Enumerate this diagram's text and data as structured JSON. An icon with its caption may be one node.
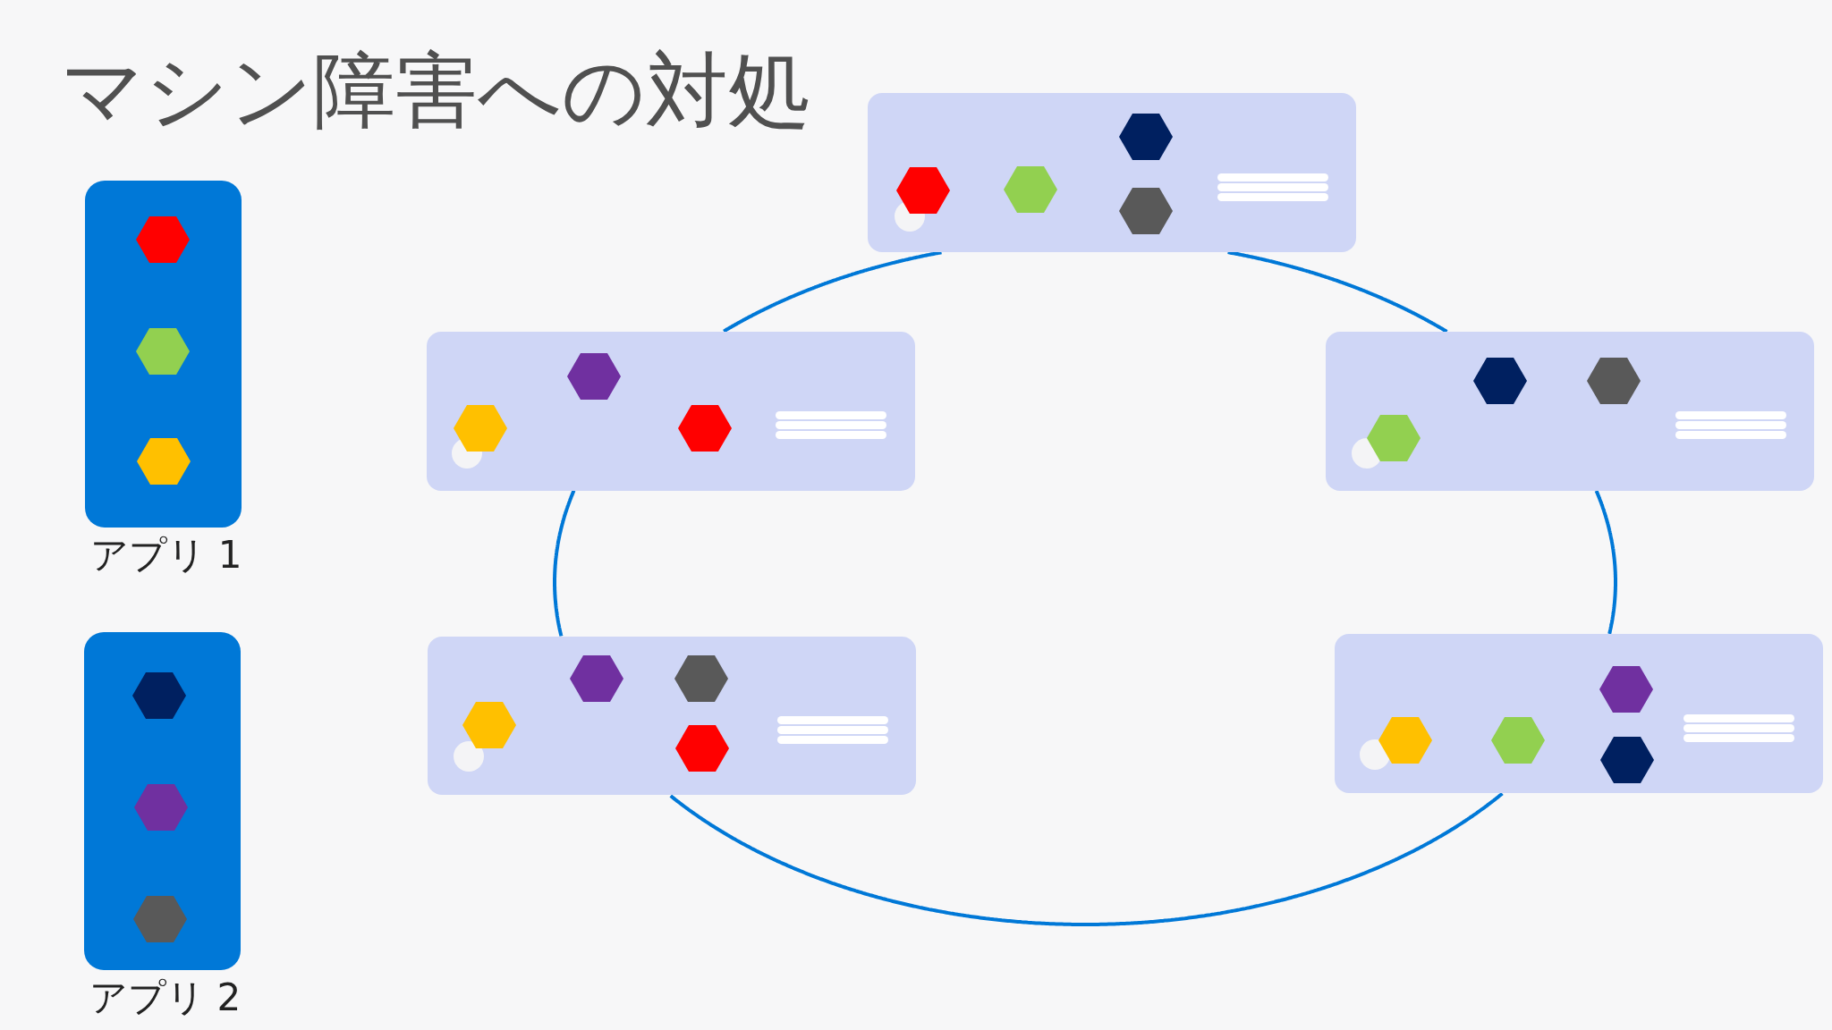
{
  "diagram": {
    "title": "マシン障害への対処",
    "nodes": [
      {
        "text": [
          "アプリ 1"
        ]
      },
      {
        "text": [
          "アプリ 2"
        ]
      },
      {
        "text": [],
        "shape": "box"
      },
      {
        "text": [],
        "shape": "box"
      },
      {
        "text": [],
        "shape": "box"
      },
      {
        "text": [],
        "shape": "box"
      },
      {
        "text": [],
        "shape": "box"
      }
    ],
    "edges": [
      {
        "from": 2,
        "to": 4,
        "arrow": "none"
      },
      {
        "from": 4,
        "to": 6,
        "arrow": "none"
      },
      {
        "from": 6,
        "to": 5,
        "arrow": "none"
      },
      {
        "from": 5,
        "to": 3,
        "arrow": "none"
      },
      {
        "from": 3,
        "to": 2,
        "arrow": "none"
      }
    ]
  }
}
